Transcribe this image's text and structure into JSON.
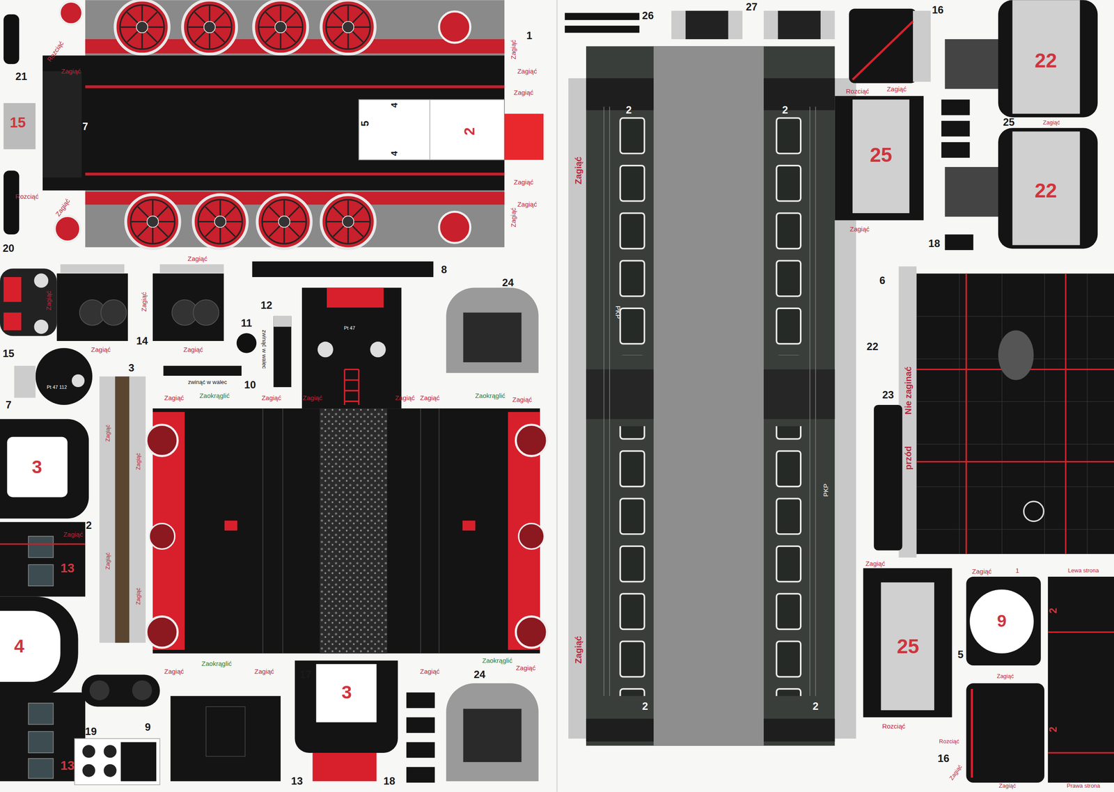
{
  "diagram": {
    "labels": [
      "21",
      "Rozciąć",
      "Zagiąć",
      "1",
      "Zagiąć",
      "Zagiąć",
      "Zagiąć",
      "15",
      "7",
      "5",
      "4",
      "4",
      "2",
      "Zagiąć",
      "Rozciąć",
      "Zagiąć",
      "Zagiąć",
      "Zagiąć",
      "20",
      "Zagiąć",
      "8",
      "24",
      "12",
      "Zagiąć",
      "Zagiąć",
      "11",
      "Pt 47",
      "Zagiąć",
      "14",
      "Zagiąć",
      "zwinąć w walec",
      "15",
      "3",
      "zwinąć w walec",
      "10",
      "Pt 47 112",
      "7",
      "Zagiąć",
      "Zaokrąglić",
      "Zagiąć",
      "Zagiąć",
      "Zagiąć",
      "Zagiąć",
      "Zaokrąglić",
      "Zagiąć",
      "Zagiąć",
      "Zagiąć",
      "Zagiąć",
      "Zagiąć",
      "3",
      "2",
      "Zagiąć",
      "13",
      "4",
      "Zagiąć",
      "Zaokrąglić",
      "Zagiąć",
      "Zagiąć",
      "Zaokrąglić",
      "Zagiąć",
      "17",
      "3",
      "24",
      "9",
      "19",
      "13",
      "13",
      "18",
      "26",
      "27",
      "16",
      "Rozciąć",
      "Zagiąć",
      "22",
      "25",
      "Zagiąć",
      "22",
      "25",
      "Zagiąć",
      "18",
      "Zagiąć",
      "2",
      "2",
      "PKP",
      "22",
      "23",
      "6",
      "Nie zaginać",
      "przód",
      "PKP",
      "Zagiąć",
      "Zagiąć",
      "Lewa strona",
      "Zagiąć",
      "1",
      "9",
      "2",
      "25",
      "5",
      "Zagiąć",
      "2",
      "2",
      "Rozciąć",
      "2",
      "Rozciąć",
      "16",
      "Zagiąć",
      "Zagiąć",
      "Prawa strona"
    ]
  }
}
